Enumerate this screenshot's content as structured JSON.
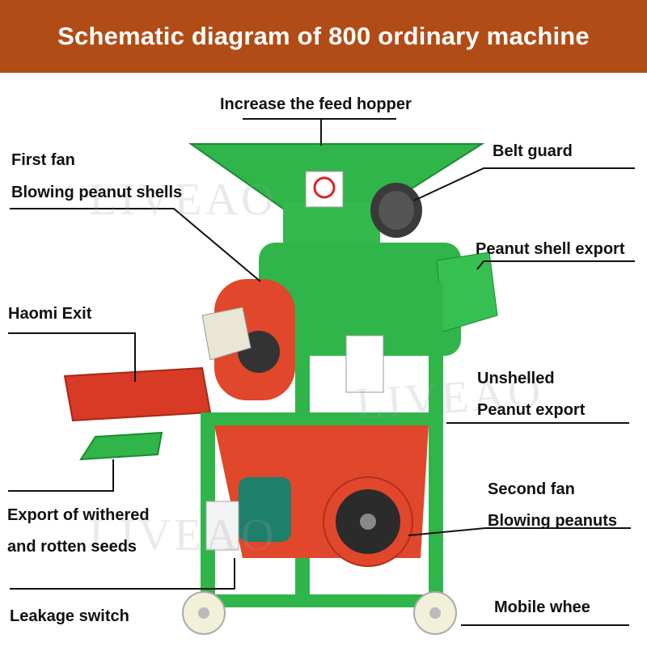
{
  "title": "Schematic diagram of 800 ordinary machine",
  "watermark": "LIVEAO",
  "labels": {
    "feed_hopper": "Increase the feed hopper",
    "first_fan_1": "First fan",
    "first_fan_2": "Blowing peanut shells",
    "belt_guard": "Belt guard",
    "shell_export": "Peanut shell export",
    "haomi_exit": "Haomi Exit",
    "unshelled_1": "Unshelled",
    "unshelled_2": "Peanut export",
    "withered_1": "Export of withered",
    "withered_2": "and rotten seeds",
    "second_fan_1": "Second fan",
    "second_fan_2": "Blowing peanuts",
    "leakage_switch": "Leakage switch",
    "mobile_wheel": "Mobile whee"
  },
  "colors": {
    "banner": "#b24c17",
    "frame_green": "#2fb54a",
    "body_red": "#e0472b",
    "wheel": "#f2f0d8"
  }
}
